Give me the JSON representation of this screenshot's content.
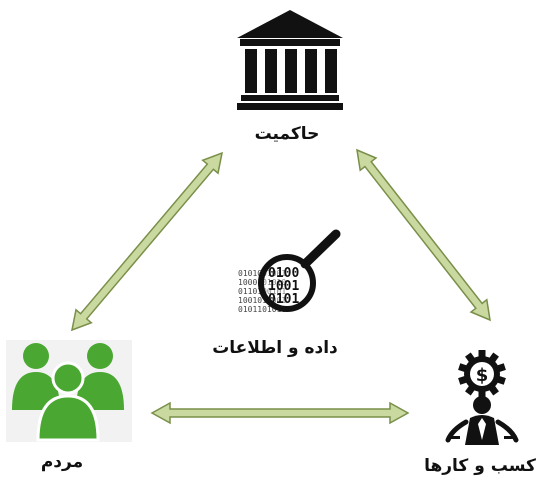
{
  "nodes": {
    "government": {
      "label": "حاکمیت",
      "icon": "government-building-icon"
    },
    "data": {
      "label": "داده و اطلاعات",
      "icon": "magnifier-binary-data-icon"
    },
    "people": {
      "label": "مردم",
      "icon": "people-group-icon"
    },
    "business": {
      "label": "کسب و کارها",
      "icon": "businessman-dollar-gear-icon"
    }
  },
  "colors": {
    "arrow_fill": "#c9d9a0",
    "arrow_stroke": "#7a8f4a",
    "people_green": "#4aa832",
    "icon_dark": "#111111"
  },
  "edges": [
    {
      "from": "people",
      "to": "government",
      "direction": "bidirectional"
    },
    {
      "from": "government",
      "to": "business",
      "direction": "bidirectional"
    },
    {
      "from": "people",
      "to": "business",
      "direction": "bidirectional"
    }
  ]
}
